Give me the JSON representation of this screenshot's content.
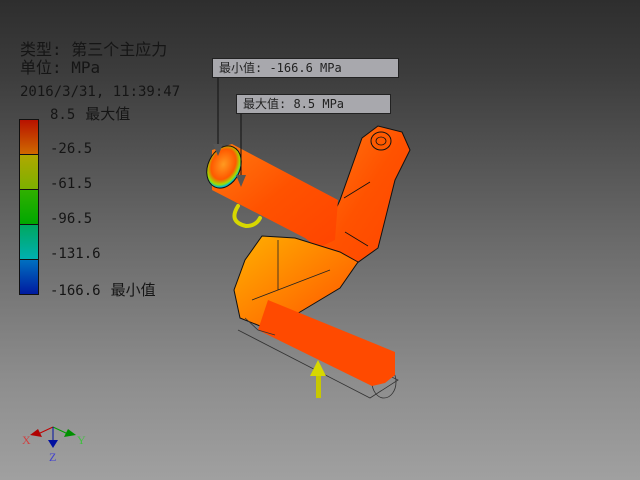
{
  "legend": {
    "type_label": "类型: 第三个主应力",
    "unit_label": "单位: MPa",
    "timestamp": "2016/3/31, 11:39:47",
    "colors": [
      "#c21a00",
      "#d48a00",
      "#a4b000",
      "#0aae00",
      "#00b0a0",
      "#0050c0"
    ],
    "ticks": [
      {
        "value": "8.5",
        "tag": "最大值"
      },
      {
        "value": "-26.5",
        "tag": ""
      },
      {
        "value": "-61.5",
        "tag": ""
      },
      {
        "value": "-96.5",
        "tag": ""
      },
      {
        "value": "-131.6",
        "tag": ""
      },
      {
        "value": "-166.6",
        "tag": "最小值"
      }
    ]
  },
  "callouts": {
    "min": "最小值: -166.6 MPa",
    "max": "最大值: 8.5 MPa"
  },
  "triad": {
    "x_label": "X",
    "y_label": "Y",
    "z_label": "Z",
    "x_color": "#c00000",
    "y_color": "#00a000",
    "z_color": "#0010a0"
  },
  "model": {
    "primary_color": "#ff4d00",
    "load_color": "#d8d800"
  }
}
